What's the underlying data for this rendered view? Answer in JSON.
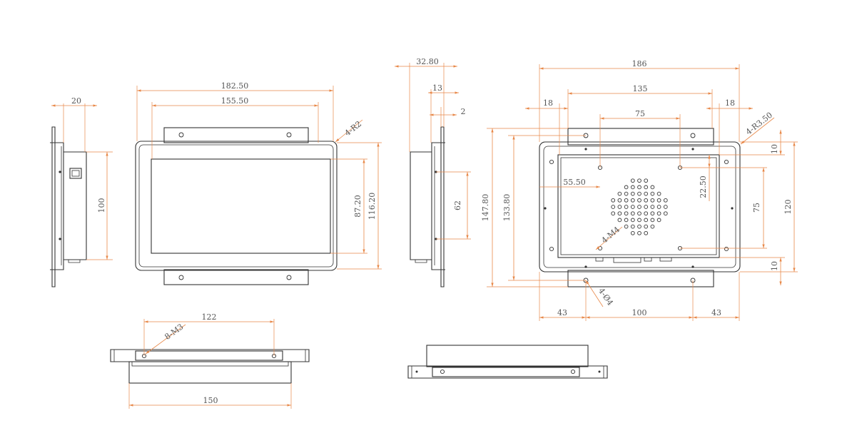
{
  "accent_color": "#e8894a",
  "line_color": "#333333",
  "dimensions": {
    "side_left_width": "20",
    "side_left_height": "100",
    "front_width_outer": "182.50",
    "front_width_inner": "155.50",
    "front_corner": "4-R2",
    "front_height_inner": "87.20",
    "front_height_outer": "116.20",
    "side_right_depth": "32.80",
    "side_right_13": "13",
    "side_right_2": "2",
    "side_right_62": "62",
    "rear_width_total": "186",
    "rear_width_135": "135",
    "rear_left_18": "18",
    "rear_right_18": "18",
    "rear_75_horizontal": "75",
    "rear_corner": "4-R3.50",
    "rear_55_50": "55.50",
    "rear_22_50": "22.50",
    "rear_75_vertical": "75",
    "rear_height_147_80": "147.80",
    "rear_height_133_80": "133.80",
    "rear_top_10": "10",
    "rear_bottom_10": "10",
    "rear_height_120": "120",
    "rear_thread_m4": "4-M4",
    "rear_hole_d4": "4-Ø4",
    "rear_bottom_43_left": "43",
    "rear_bottom_100": "100",
    "rear_bottom_43_right": "43",
    "bottom_view_122": "122",
    "bottom_view_thread": "8-M3",
    "bottom_view_150": "150"
  }
}
